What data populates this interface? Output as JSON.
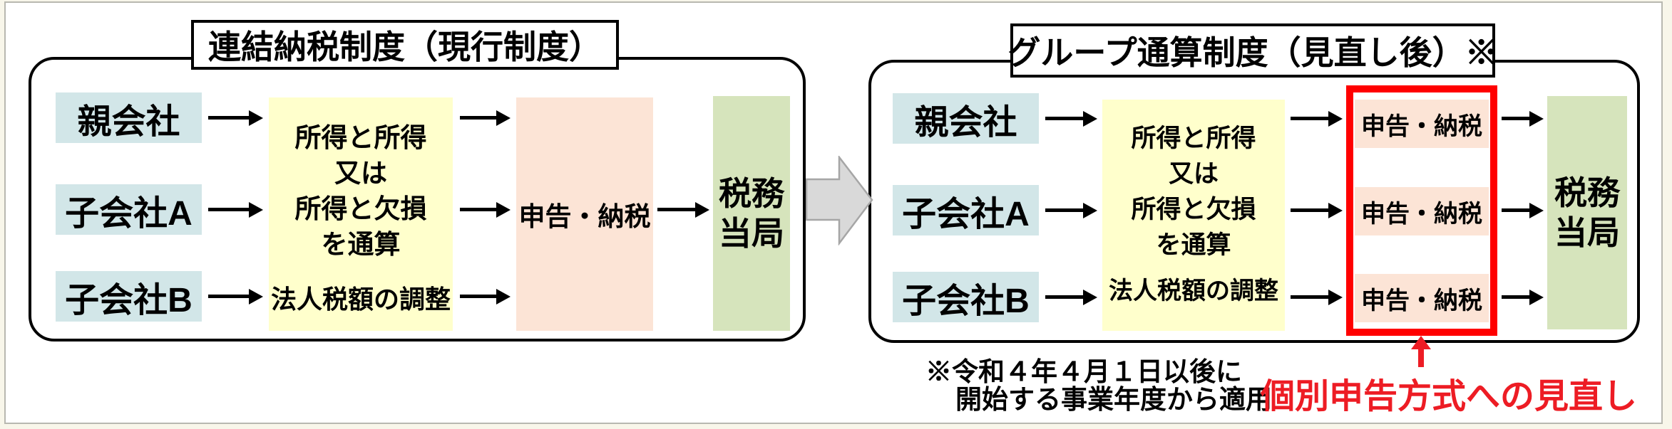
{
  "colors": {
    "page_margin": "#f8f6ea",
    "card_border": "#b8b8b0",
    "company_fill": "#d2e6e8",
    "process_fill": "#ffffcc",
    "filing_fill": "#fce4d6",
    "authority_fill": "#d6e4bc",
    "highlight_red": "#ff0000",
    "red_text": "#ed1c24",
    "transition_arrow_fill": "#d9d9d9"
  },
  "left_panel": {
    "title": "連結納税制度（現行制度）",
    "companies": [
      "親会社",
      "子会社A",
      "子会社B"
    ],
    "process_lines": [
      "所得と所得",
      "又は",
      "所得と欠損",
      "を通算"
    ],
    "adjust_label": "法人税額の調整",
    "filing_label": "申告・納税",
    "authority_line1": "税務",
    "authority_line2": "当局"
  },
  "right_panel": {
    "title": "グループ通算制度（見直し後）※",
    "companies": [
      "親会社",
      "子会社A",
      "子会社B"
    ],
    "process_lines": [
      "所得と所得",
      "又は",
      "所得と欠損",
      "を通算"
    ],
    "adjust_label": "法人税額の調整",
    "filing_boxes": [
      "申告・納税",
      "申告・納税",
      "申告・納税"
    ],
    "authority_line1": "税務",
    "authority_line2": "当局",
    "footnote_line1": "※令和４年４月１日以後に",
    "footnote_line2": "開始する事業年度から適用",
    "highlight_label": "個別申告方式への見直し"
  }
}
